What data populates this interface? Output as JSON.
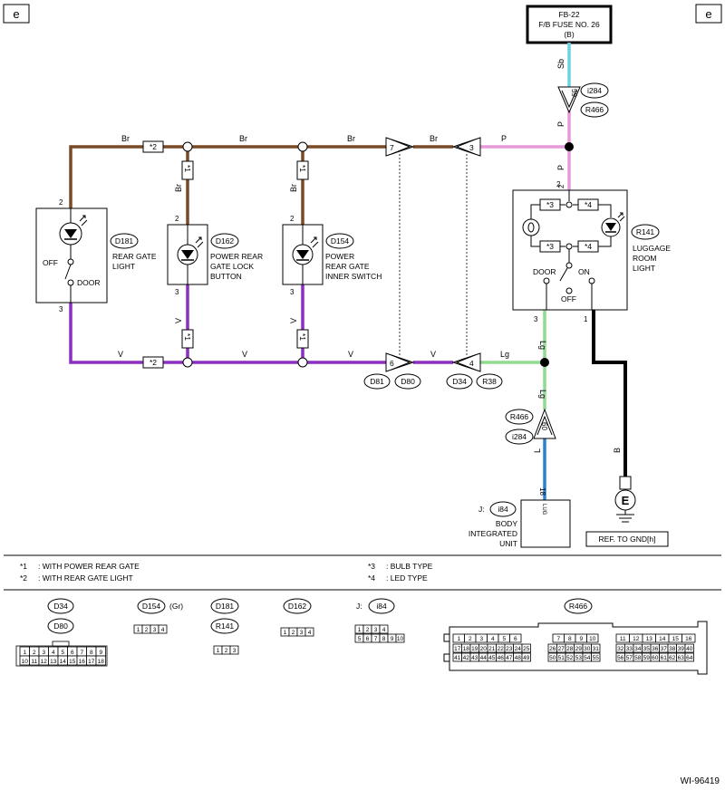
{
  "page_markers": {
    "left": "e",
    "right": "e"
  },
  "fuse": {
    "line1": "FB-22",
    "line2": "F/B FUSE NO. 26",
    "line3": "(B)"
  },
  "colors": {
    "Br": "#7a4a26",
    "V": "#8a2fc0",
    "P": "#e79ad8",
    "Lg": "#8fdc8f",
    "Sb": "#6fd0e0",
    "L": "#2a82d0",
    "B": "#000000"
  },
  "wire_codes": {
    "br": "Br",
    "v": "V",
    "p": "P",
    "lg": "Lg",
    "sb": "Sb",
    "l": "L",
    "b": "B"
  },
  "connectors": {
    "i284": "i284",
    "r466": "R466",
    "d181": "D181",
    "d162": "D162",
    "d154": "D154",
    "r141": "R141",
    "d81": "D81",
    "d80": "D80",
    "d34": "D34",
    "r38": "R38",
    "i84": "i84"
  },
  "components": {
    "rear_gate_light": {
      "line1": "REAR GATE",
      "line2": "LIGHT",
      "off": "OFF",
      "door": "DOOR"
    },
    "lock_button": {
      "line1": "POWER REAR",
      "line2": "GATE LOCK",
      "line3": "BUTTON"
    },
    "inner_switch": {
      "line1": "POWER",
      "line2": "REAR GATE",
      "line3": "INNER SWITCH"
    },
    "luggage_light": {
      "line1": "LUGGAGE",
      "line2": "ROOM",
      "line3": "LIGHT",
      "door": "DOOR",
      "on": "ON",
      "off": "OFF"
    },
    "biu": {
      "prefix": "J:",
      "line1": "BODY",
      "line2": "INTEGRATED",
      "line3": "UNIT",
      "pin_label": "LUG"
    },
    "ground": {
      "symbol": "E",
      "ref": "REF. TO GND[h]"
    }
  },
  "pins": {
    "fuse_in": "59",
    "fuse_out": "2",
    "junc_left": "7",
    "junc_right": "3",
    "d181_top": "2",
    "d181_bot": "3",
    "d162_top": "2",
    "d162_bot": "3",
    "d154_top": "2",
    "d154_bot": "3",
    "r141_top": "2",
    "r141_left": "3",
    "r141_right": "1",
    "bot_left": "6",
    "bot_right": "4",
    "biu_in": "60",
    "biu_pin": "18"
  },
  "markers": {
    "star1": "*1",
    "star2": "*2",
    "star3": "*3",
    "star4": "*4"
  },
  "legend": [
    {
      "mark": "*1",
      "text": ": WITH POWER REAR GATE"
    },
    {
      "mark": "*2",
      "text": ": WITH REAR GATE LIGHT"
    },
    {
      "mark": "*3",
      "text": ": BULB TYPE"
    },
    {
      "mark": "*4",
      "text": ": LED TYPE"
    }
  ],
  "connector_views": {
    "d34_d80": {
      "labels": [
        "D34",
        "D80"
      ],
      "row1": [
        "1",
        "2",
        "3",
        "4",
        "5",
        "6",
        "7",
        "8",
        "9"
      ],
      "row2": [
        "10",
        "11",
        "12",
        "13",
        "14",
        "15",
        "16",
        "17",
        "18"
      ]
    },
    "d154": {
      "label": "D154",
      "suffix": "(Gr)",
      "cells": [
        "1",
        "2",
        "3",
        "4"
      ]
    },
    "d181_r141": {
      "labels": [
        "D181",
        "R141"
      ],
      "cells": [
        "1",
        "2",
        "3"
      ]
    },
    "d162": {
      "label": "D162",
      "cells": [
        "1",
        "2",
        "3",
        "4"
      ]
    },
    "i84": {
      "prefix": "J:",
      "label": "i84",
      "row1": [
        "1",
        "2",
        "3",
        "4"
      ],
      "row2": [
        "5",
        "6",
        "7",
        "8",
        "9",
        "10"
      ]
    },
    "r466": {
      "label": "R466",
      "top_left": [
        "1",
        "2",
        "3",
        "4",
        "5",
        "6"
      ],
      "top_mid": [
        "7",
        "8",
        "9",
        "10"
      ],
      "top_right": [
        "11",
        "12",
        "13",
        "14",
        "15",
        "16"
      ],
      "rows": [
        [
          "17",
          "18",
          "19",
          "20",
          "21",
          "22",
          "23",
          "24",
          "25",
          "26",
          "27",
          "28",
          "29",
          "30",
          "31",
          "32",
          "33",
          "34",
          "35",
          "36",
          "37",
          "38",
          "39",
          "40"
        ],
        [
          "41",
          "42",
          "43",
          "44",
          "45",
          "46",
          "47",
          "48",
          "49",
          "50",
          "51",
          "52",
          "53",
          "54",
          "55",
          "56",
          "57",
          "58",
          "59",
          "60",
          "61",
          "62",
          "63",
          "64"
        ]
      ]
    }
  },
  "footer_id": "WI-96419"
}
